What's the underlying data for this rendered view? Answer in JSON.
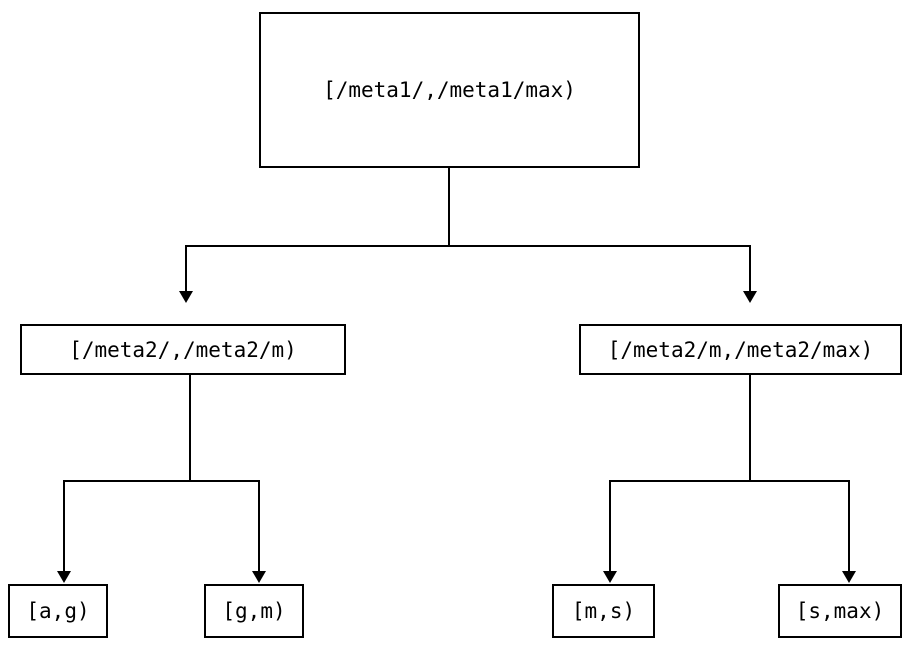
{
  "diagram": {
    "type": "range-partition-tree",
    "background_color": "#ffffff",
    "line_color": "#000000",
    "nodes": {
      "root": {
        "label": "[/meta1/,/meta1/max)"
      },
      "branch_left": {
        "label": "[/meta2/,/meta2/m)"
      },
      "branch_right": {
        "label": "[/meta2/m,/meta2/max)"
      },
      "leaf_1": {
        "label": "[a,g)"
      },
      "leaf_2": {
        "label": "[g,m)"
      },
      "leaf_3": {
        "label": "[m,s)"
      },
      "leaf_4": {
        "label": "[s,max)"
      }
    }
  }
}
